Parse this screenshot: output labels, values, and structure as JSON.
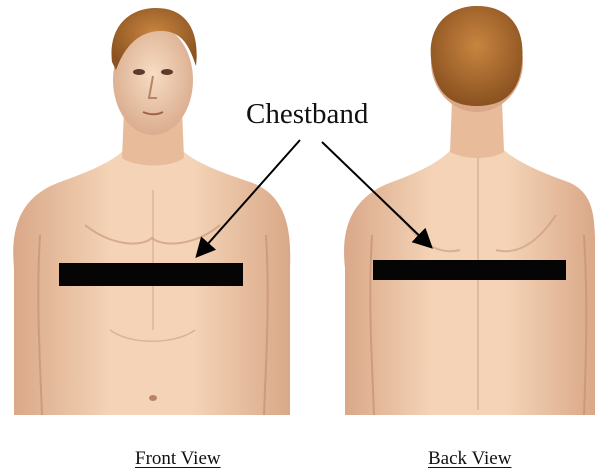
{
  "callout": {
    "label": "Chestband"
  },
  "captions": {
    "front": "Front View",
    "back": "Back View"
  },
  "colors": {
    "skin_light": "#f4d3b6",
    "skin_mid": "#e2b494",
    "skin_shadow": "#c59173",
    "hair": "#a9692d",
    "band": "#050505",
    "arrow": "#000000"
  },
  "icons": {
    "front": "human-torso-front-illustration",
    "back": "human-torso-back-illustration"
  }
}
